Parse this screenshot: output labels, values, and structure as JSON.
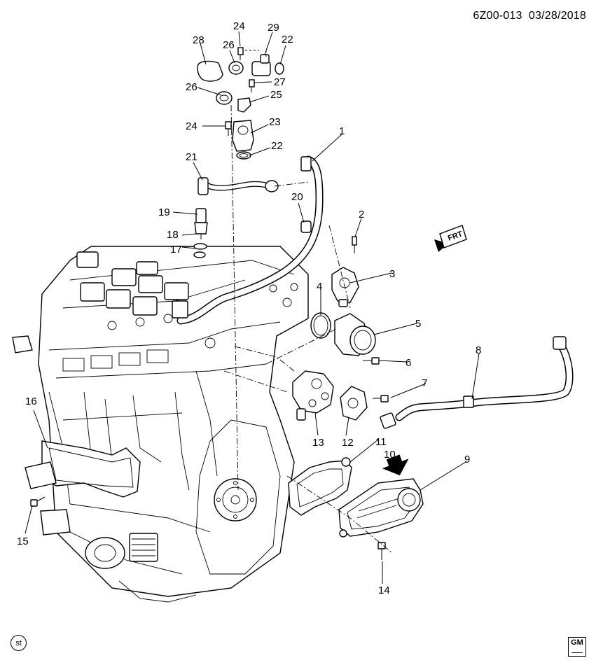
{
  "header": {
    "code": "6Z00-013",
    "date": "03/28/2018"
  },
  "direction_label": "FRT",
  "callouts": [
    {
      "id": "1",
      "label": "1"
    },
    {
      "id": "2",
      "label": "2"
    },
    {
      "id": "3",
      "label": "3"
    },
    {
      "id": "4",
      "label": "4"
    },
    {
      "id": "5",
      "label": "5"
    },
    {
      "id": "6",
      "label": "6"
    },
    {
      "id": "7",
      "label": "7"
    },
    {
      "id": "8",
      "label": "8"
    },
    {
      "id": "9",
      "label": "9"
    },
    {
      "id": "10",
      "label": "10"
    },
    {
      "id": "11",
      "label": "11"
    },
    {
      "id": "12",
      "label": "12"
    },
    {
      "id": "13",
      "label": "13"
    },
    {
      "id": "14",
      "label": "14"
    },
    {
      "id": "15",
      "label": "15"
    },
    {
      "id": "16",
      "label": "16"
    },
    {
      "id": "17",
      "label": "17"
    },
    {
      "id": "18",
      "label": "18"
    },
    {
      "id": "19",
      "label": "19"
    },
    {
      "id": "20",
      "label": "20"
    },
    {
      "id": "21",
      "label": "21"
    },
    {
      "id": "22a",
      "label": "22"
    },
    {
      "id": "22b",
      "label": "22"
    },
    {
      "id": "23",
      "label": "23"
    },
    {
      "id": "24a",
      "label": "24"
    },
    {
      "id": "24b",
      "label": "24"
    },
    {
      "id": "25",
      "label": "25"
    },
    {
      "id": "26a",
      "label": "26"
    },
    {
      "id": "26b",
      "label": "26"
    },
    {
      "id": "27",
      "label": "27"
    },
    {
      "id": "28",
      "label": "28"
    },
    {
      "id": "29",
      "label": "29"
    }
  ],
  "footer": {
    "st_badge": "st",
    "logo_text": "GM"
  }
}
